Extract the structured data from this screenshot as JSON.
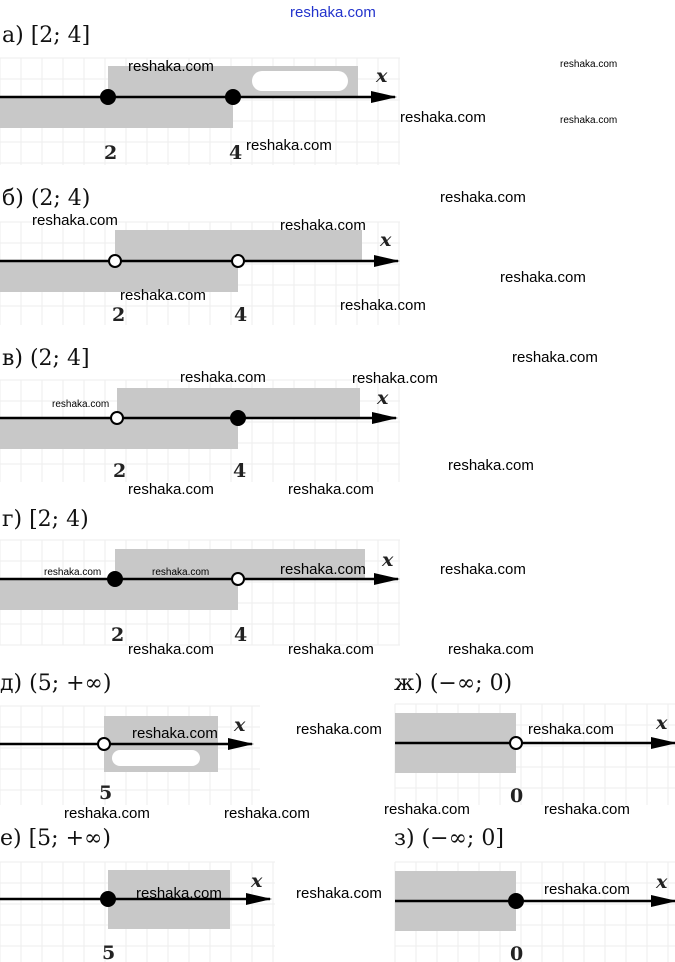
{
  "panels": [
    {
      "id": "a",
      "title": "а) [2; 4]",
      "ticks": [
        "2",
        "4"
      ],
      "axis_label": "x",
      "points": [
        "closed",
        "closed"
      ]
    },
    {
      "id": "b",
      "title": "б) (2; 4)",
      "ticks": [
        "2",
        "4"
      ],
      "axis_label": "x",
      "points": [
        "open",
        "open"
      ]
    },
    {
      "id": "v",
      "title": "в) (2; 4]",
      "ticks": [
        "2",
        "4"
      ],
      "axis_label": "x",
      "points": [
        "open",
        "closed"
      ]
    },
    {
      "id": "g",
      "title": "г) [2; 4)",
      "ticks": [
        "2",
        "4"
      ],
      "axis_label": "x",
      "points": [
        "closed",
        "open"
      ]
    },
    {
      "id": "d",
      "title": "д) (5; +∞)",
      "ticks": [
        "5"
      ],
      "axis_label": "x",
      "points": [
        "open"
      ]
    },
    {
      "id": "e",
      "title": "е) [5;  +∞)",
      "ticks": [
        "5"
      ],
      "axis_label": "x",
      "points": [
        "closed"
      ]
    },
    {
      "id": "zh",
      "title": "ж) (−∞; 0)",
      "ticks": [
        "0"
      ],
      "axis_label": "x",
      "points": [
        "open"
      ]
    },
    {
      "id": "z",
      "title": "з) (−∞; 0]",
      "ticks": [
        "0"
      ],
      "axis_label": "x",
      "points": [
        "closed"
      ]
    }
  ],
  "watermarks": [
    "reshaka.com",
    "reshaka.com",
    "reshaka.com",
    "reshaka.com",
    "reshaka.com",
    "reshaka.com",
    "reshaka.com",
    "reshaka.com",
    "reshaka.com",
    "reshaka.com",
    "reshaka.com",
    "reshaka.com",
    "reshaka.com",
    "reshaka.com",
    "reshaka.com",
    "reshaka.com",
    "reshaka.com",
    "reshaka.com",
    "reshaka.com",
    "reshaka.com",
    "reshaka.com",
    "reshaka.com",
    "reshaka.com",
    "reshaka.com",
    "reshaka.com",
    "reshaka.com",
    "reshaka.com",
    "reshaka.com",
    "reshaka.com",
    "reshaka.com",
    "reshaka.com",
    "reshaka.com",
    "reshaka.com"
  ]
}
